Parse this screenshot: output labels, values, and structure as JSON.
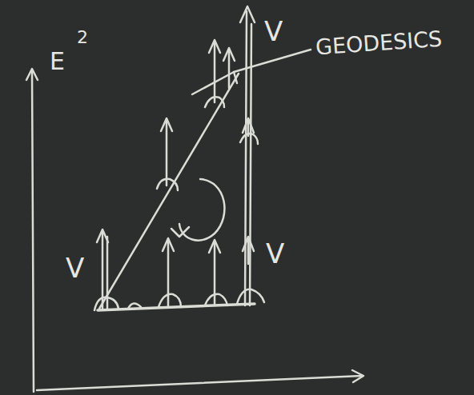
{
  "diagram": {
    "labels": [
      "E",
      "2",
      "V",
      "V",
      "V",
      "GEODESICS"
    ]
  }
}
